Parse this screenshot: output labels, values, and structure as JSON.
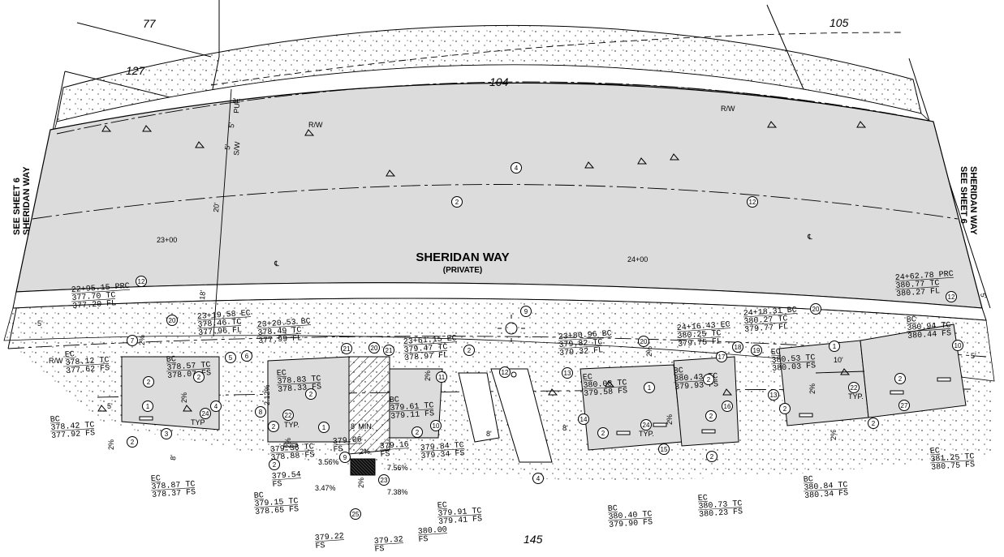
{
  "lots": {
    "l77": "77",
    "l127": "127",
    "l104": "104",
    "l105": "105",
    "l145": "145"
  },
  "road": {
    "name": "SHERIDAN WAY",
    "sub": "(PRIVATE)"
  },
  "match_lines": {
    "left": [
      "SEE SHEET 6",
      "SHERIDAN WAY"
    ],
    "right": [
      "SEE SHEET 6",
      "SHERIDAN WAY"
    ]
  },
  "stations": {
    "s2300": "23+00",
    "s2400": "24+00"
  },
  "linetags": {
    "rw": "R/W",
    "cl": "℄",
    "sw": "S/W",
    "pue": "PUE"
  },
  "dims": {
    "d5a": "5'",
    "d5b": "5'",
    "d5c": "5'",
    "d20": "20'",
    "d18": "18'",
    "d8a": "8'",
    "d8b": "8'",
    "d8c": "8'",
    "d10": "10'",
    "d5left": "5'",
    "d5right": "5'",
    "d5r2": "5'",
    "min8": "8' MIN.",
    "typ1": "TYP",
    "typ2": "TYP.",
    "typ3": "TYP.",
    "typ4": "TYP.",
    "pct1": "2%",
    "pct2": "2%",
    "pct3": "2%",
    "pct4": "2%",
    "pct5": "2%",
    "pct6": "2%",
    "pct7": "2%",
    "pct8": "2%",
    "pct9": "2%",
    "pct10": "2%",
    "pct11": "2%",
    "p356": "3.56%",
    "p347": "3.47%",
    "p756": "7.56%",
    "p738": "7.38%",
    "p212": "2.12%"
  },
  "labels": {
    "a1": [
      "22+95.15 PRC",
      "377.70 TC",
      "377.20 FL"
    ],
    "a2": [
      "23+19.58 EC",
      "378.46 TC",
      "377.96 FL"
    ],
    "a3": [
      "23+20.53 BC",
      "378.49 TC",
      "377.99 FL"
    ],
    "a4": [
      "23+61.15 EC",
      "379.47 TC",
      "378.97 FL"
    ],
    "a5": [
      "23+80.96 BC",
      "379.82 TC",
      "379.32 FL"
    ],
    "a6": [
      "24+16.43 EC",
      "380.25 TC",
      "379.75 FL"
    ],
    "a7": [
      "24+18.31 BC",
      "380.27 TC",
      "379.77 FL"
    ],
    "a8": [
      "24+62.78 PRC",
      "380.77 TC",
      "380.27 FL"
    ],
    "b1": [
      "EC",
      "378.12 TC",
      "377.62 FS"
    ],
    "b2": [
      "BC",
      "378.57 TC",
      "378.07 FS"
    ],
    "b3": [
      "BC",
      "378.42 TC",
      "377.92 FS"
    ],
    "b4": [
      "EC",
      "378.87 TC",
      "378.37 FS"
    ],
    "b5": [
      "EC",
      "378.83 TC",
      "378.33 FS"
    ],
    "b6": [
      "379.38 TC",
      "378.88 FS"
    ],
    "b7": [
      "379.06",
      "FS"
    ],
    "b8": [
      "379.54",
      "FS"
    ],
    "b9": [
      "BC",
      "379.15 TC",
      "378.65 FS"
    ],
    "b10": [
      "379.22",
      "FS"
    ],
    "b11": [
      "379.32",
      "FS"
    ],
    "b12": [
      "BC",
      "379.61 TC",
      "379.11 FS"
    ],
    "b13": [
      "379.16",
      "FS"
    ],
    "b14": [
      "379.84 TC",
      "379.34 FS"
    ],
    "b15": [
      "EC",
      "379.91 TC",
      "379.41 FS"
    ],
    "b16": [
      "380.00",
      "FS"
    ],
    "b17": [
      "EC",
      "380.08 TC",
      "379.58 FS"
    ],
    "b18": [
      "BC",
      "380.40 TC",
      "379.90 FS"
    ],
    "b19": [
      "BC",
      "380.43 TC",
      "379.93 FS"
    ],
    "b20": [
      "EC",
      "380.73 TC",
      "380.23 FS"
    ],
    "b21": [
      "EC",
      "380.53 TC",
      "380.03 FS"
    ],
    "b22": [
      "BC",
      "380.84 TC",
      "380.34 FS"
    ],
    "b23": [
      "BC",
      "380.94 TC",
      "380.44 FS"
    ],
    "b24": [
      "EC",
      "381.25 TC",
      "380.75 FS"
    ]
  },
  "callouts": {
    "c2": "2",
    "c4": "4",
    "c12": "12",
    "c20": "20",
    "c21": "21",
    "c9": "9",
    "c1": "1",
    "c3": "3",
    "c5": "5",
    "c6": "6",
    "c7": "7",
    "c8": "8",
    "c10": "10",
    "c11": "11",
    "c13": "13",
    "c14": "14",
    "c15": "15",
    "c16": "16",
    "c17": "17",
    "c18": "18",
    "c19": "19",
    "c22": "22",
    "c23": "23",
    "c24": "24",
    "c25": "25",
    "c27": "27"
  },
  "colors": {
    "road_fill": "#dcdcdc",
    "line": "#000000",
    "hatch": "#222222"
  }
}
